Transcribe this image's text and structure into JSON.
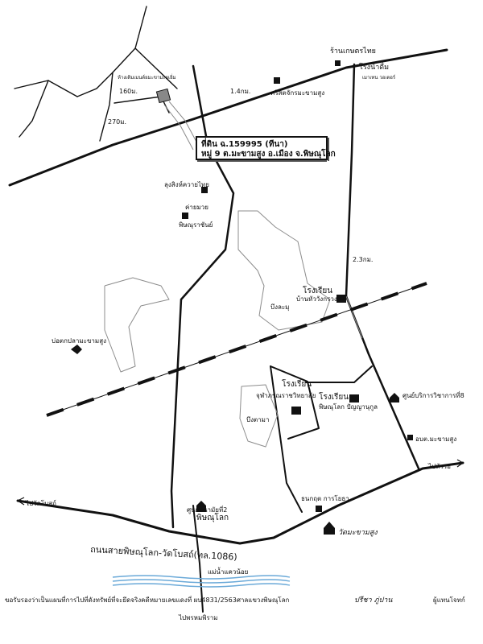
{
  "colors": {
    "ink": "#111111",
    "river": "#6aa9d8",
    "gray_road": "#8c8c8c",
    "paper": "#ffffff"
  },
  "plot_box": {
    "line1": "ที่ดิน ฉ.159995 (ทีนา)",
    "line2": "หมู่ 9 ต.มะขามสูง อ.เมือง จ.พิษณุโลก"
  },
  "distances": {
    "d160": "160ม.",
    "d270": "270ม.",
    "d14": "1.4กม.",
    "d23": "2.3กม."
  },
  "landmarks": {
    "farm_shop": "ร้านเกษตรไทย",
    "rice_mill": "โรงน้ำดื่ม",
    "rice_mill_sub": "เมาเทน วอเตอร์",
    "church": "คริสตจักรมะขามสูง",
    "roads_label": "ห้างเติมเมนต์ยมะขามะยฺเยิ่ม",
    "uncle_shop": "ลุงสิงห์ควายไทย",
    "camp_line1": "ค่ายมวย",
    "camp_line2": "พิษณุราชันย์",
    "pond_big": "บึงละมุ",
    "school1_line1": "โรงเรียน",
    "school1_line2": "บ้านหัววังกรวง",
    "fish_pond": "บ่อตกปลามะขามสูง",
    "school2_line1": "โรงเรียน",
    "school2_line2": "จุฬาภรณราชวิทยาลัย",
    "school3_line1": "โรงเรียน",
    "school3_line2": "พิษณุโลก ปัญญานุกูล",
    "pond_small": "บึงตามา",
    "service_center": "ศูนย์บริการวิชาการที่8",
    "sao": "อบต.มะขามสูง",
    "to_hua_ro": "ไปหัวรอ",
    "to_wat_bot": "ไปวัดโบสถ์",
    "bank": "ธนกฤต การโยธา",
    "center2_line1": "ศูนย์อนามัยที่2",
    "center2_line2": "พิษณุโลก",
    "temple": "วัดมะขามสูง",
    "main_road": "ถนนสายพิษณุโลก-วัดโบสถ์(ทล.1086)",
    "river": "แม่น้ำแควน้อย",
    "to_phrom": "ไปพรหมพิราม"
  },
  "footer": {
    "certify": "ขอรับรองว่าเป็นแผนที่การไปที่ดังทรัพย์ที่จะยึดจริงคดีหมายเลขแดงที่ ผบ4831/2563ศาลแขวงพิษณุโลก",
    "signature": "ปรีชา ภู่ปาน",
    "role": "ผู้แทนโจทก์"
  }
}
